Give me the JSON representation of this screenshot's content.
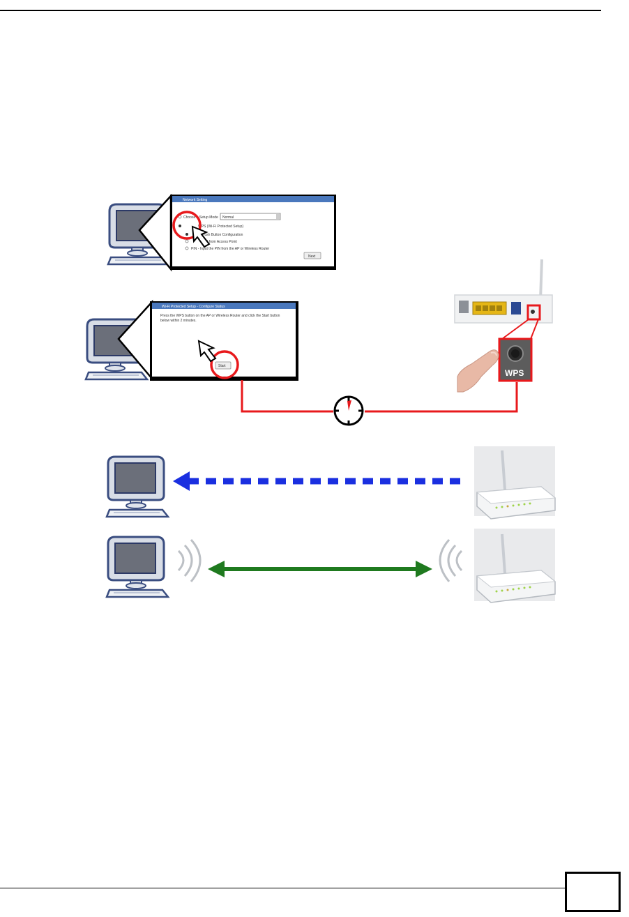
{
  "header": {
    "rule": true
  },
  "figure": {
    "step1_screen": {
      "title": "Network Setting",
      "option_1": "Choose a Setup Mode",
      "select_value": "Normal",
      "option_2": "WPS (Wi-Fi Protected Setup)",
      "option_2a": "Push Button Configuration",
      "option_2b": "PIN from Access Point",
      "option_3": "PIN - Input the PIN from the AP or Wireless Router",
      "button": "Next"
    },
    "step2_screen": {
      "title": "Wi-Fi Protected Setup - Configure Status",
      "instruction": "Press the WPS button on the AP or Wireless Router and click the Start button below within 2 minutes.",
      "button": "Start"
    },
    "router_button_label": "WPS",
    "colors": {
      "highlight_red": "#e8191c",
      "dashed_arrow_blue": "#1a2fe0",
      "connection_green": "#1f7a1f"
    },
    "icons": [
      "computer-icon",
      "router-icon",
      "finger-press-icon",
      "timer-icon",
      "wifi-signal-icon"
    ]
  },
  "footer": {
    "page_number": ""
  }
}
